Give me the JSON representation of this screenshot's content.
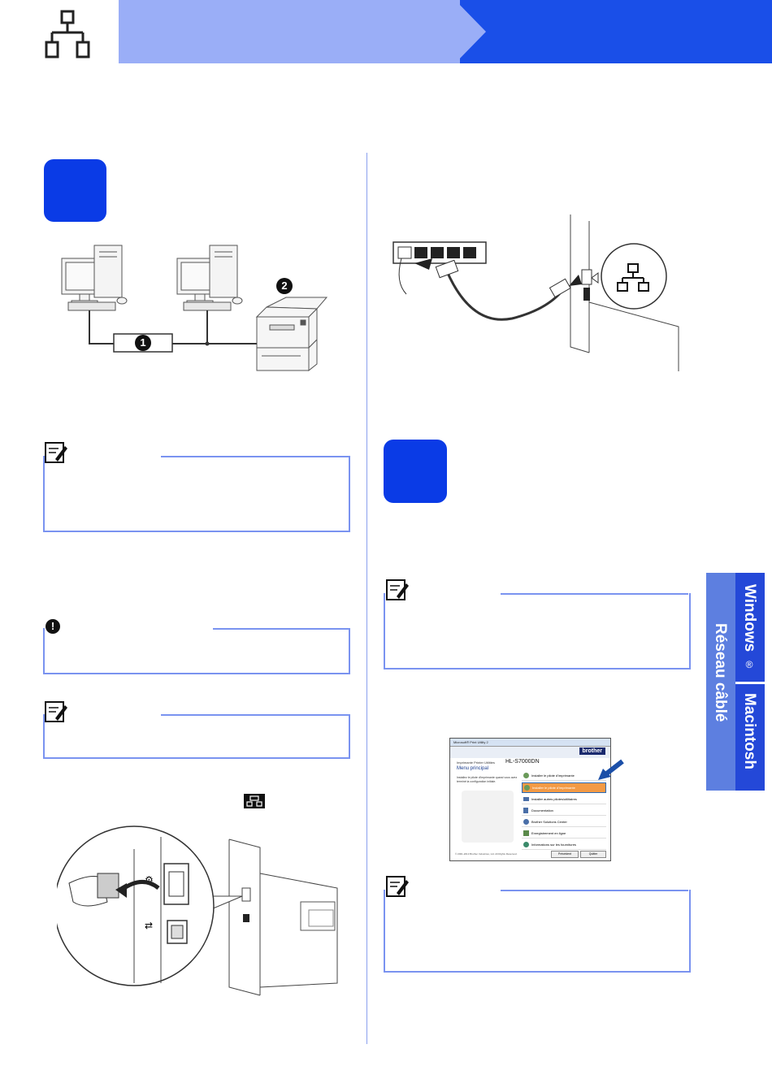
{
  "header": {
    "icon": "wired-network-icon"
  },
  "side_tab": {
    "os_primary": "Windows",
    "reg_mark": "®",
    "network_type": "Réseau câblé",
    "os_secondary": "Macintosh"
  },
  "diagram_network": {
    "callout_1": "1",
    "callout_2": "2"
  },
  "screenshot": {
    "window_title": "Microsoft® Print Utility 2",
    "brand": "brother",
    "product_line": "Imprimante Printer Utilities",
    "model": "HL-S7000DN",
    "menu_title": "Menu principal",
    "intro_text": "Installez le pilote d'imprimante quand vous avez terminé la configuration initiale.",
    "menu_items": [
      "Installer le pilote d'imprimante",
      "Installer le pilote d'imprimante",
      "Installer autres pilotes/utilitaires",
      "Documentation",
      "Brother Solutions Center",
      "Enregistrement en ligne",
      "Informations sur les fournitures"
    ],
    "btn_prev": "Précédent",
    "btn_quit": "Quitter",
    "copyright": "© 2001-2013 Brother Industries, Ltd. All Rights Reserved."
  },
  "colors": {
    "accent_dark": "#1a4fe8",
    "accent_light": "#9aaef7",
    "note_border": "#7a93f0",
    "step_badge": "#0a3be6"
  }
}
